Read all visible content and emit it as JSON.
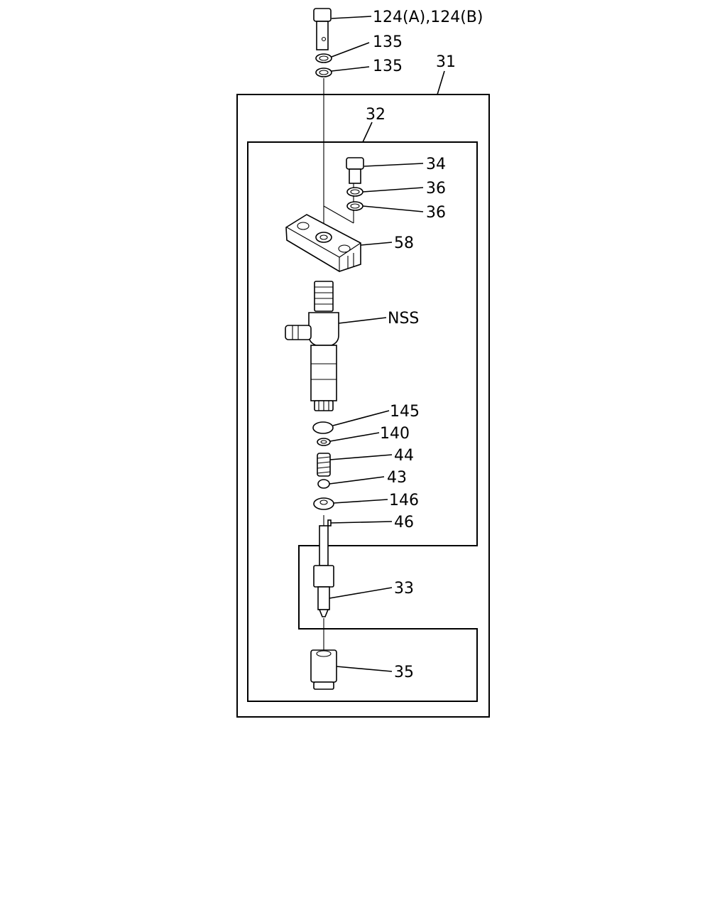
{
  "diagram": {
    "callouts": {
      "c124": "124(A),124(B)",
      "c135a": "135",
      "c135b": "135",
      "c31": "31",
      "c32": "32",
      "c34": "34",
      "c36a": "36",
      "c36b": "36",
      "c58": "58",
      "cNSS": "NSS",
      "c145": "145",
      "c140": "140",
      "c44": "44",
      "c43": "43",
      "c146": "146",
      "c46": "46",
      "c33": "33",
      "c35": "35"
    }
  }
}
